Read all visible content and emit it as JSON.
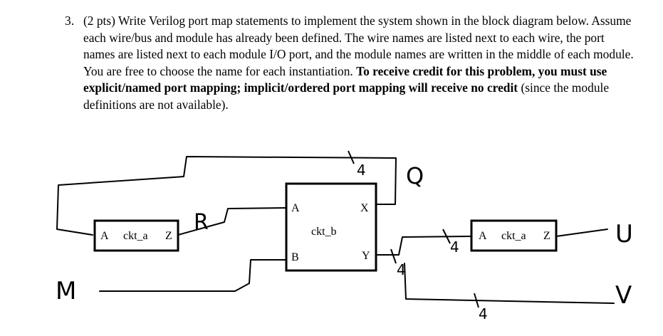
{
  "question": {
    "number": "3.",
    "text_1": "(2 pts) Write Verilog port map statements to implement the system shown in the block diagram below. Assume each wire/bus and module has already been defined.  The wire names are listed next to each wire, the port names are listed next to each module I/O port, and the module names are written in the middle of each module.  You are free to choose the name for each instantiation. ",
    "bold": "To receive credit for this problem, you must use explicit/named port mapping; implicit/ordered port mapping will receive no credit",
    "text_2": " (since the module definitions are not available)."
  },
  "diagram": {
    "modules": [
      {
        "name": "ckt_a",
        "in_port": "A",
        "out_port": "Z"
      },
      {
        "name": "ckt_b",
        "in_ports": [
          "A",
          "B"
        ],
        "out_ports": [
          "X",
          "Y"
        ]
      },
      {
        "name": "ckt_a",
        "in_port": "A",
        "out_port": "Z"
      }
    ],
    "wires": {
      "M": "M",
      "R": "R",
      "Q": "Q",
      "U": "U",
      "V": "V"
    },
    "bus_widths": {
      "top": "4",
      "q_to_right": "4",
      "y_bus": "4",
      "v_bus": "4"
    }
  }
}
